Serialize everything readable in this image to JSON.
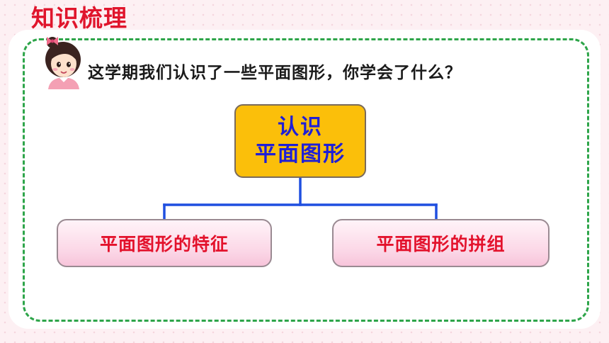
{
  "header": {
    "section_title": "知识梳理"
  },
  "intro": {
    "prompt": "这学期我们认识了一些平面图形，你学会了什么？"
  },
  "diagram": {
    "root": {
      "line1": "认识",
      "line2": "平面图形"
    },
    "children": [
      {
        "label": "平面图形的特征"
      },
      {
        "label": "平面图形的拼组"
      }
    ]
  },
  "colors": {
    "title_red": "#e0152c",
    "frame_dash_green": "#2ea54a",
    "root_fill_gold": "#fbbf0a",
    "root_text_blue": "#1f1fd6",
    "connector_blue": "#1f4fe0",
    "child_fill_pink": "#fbd6e6",
    "child_text_red": "#e3122c"
  },
  "icons": {
    "avatar": "girl-avatar-icon"
  }
}
